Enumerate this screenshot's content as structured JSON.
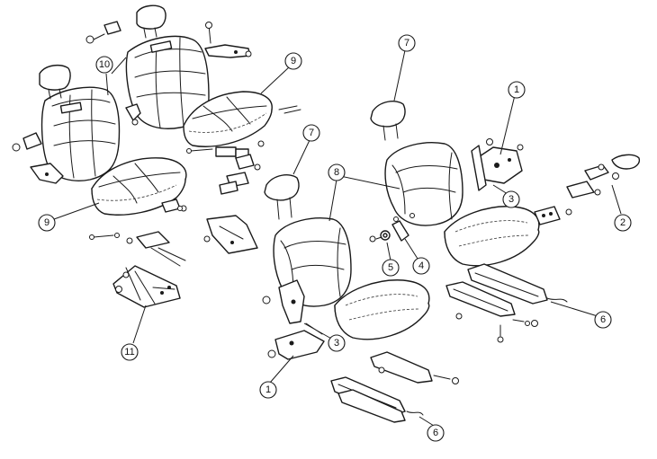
{
  "callouts": [
    {
      "id": "c10",
      "label": "10"
    },
    {
      "id": "c9a",
      "label": "9"
    },
    {
      "id": "c9b",
      "label": "9"
    },
    {
      "id": "c11",
      "label": "11"
    },
    {
      "id": "c7a",
      "label": "7"
    },
    {
      "id": "c7b",
      "label": "7"
    },
    {
      "id": "c8",
      "label": "8"
    },
    {
      "id": "c1a",
      "label": "1"
    },
    {
      "id": "c1b",
      "label": "1"
    },
    {
      "id": "c3a",
      "label": "3"
    },
    {
      "id": "c3b",
      "label": "3"
    },
    {
      "id": "c2",
      "label": "2"
    },
    {
      "id": "c4",
      "label": "4"
    },
    {
      "id": "c5",
      "label": "5"
    },
    {
      "id": "c6a",
      "label": "6"
    },
    {
      "id": "c6b",
      "label": "6"
    }
  ]
}
